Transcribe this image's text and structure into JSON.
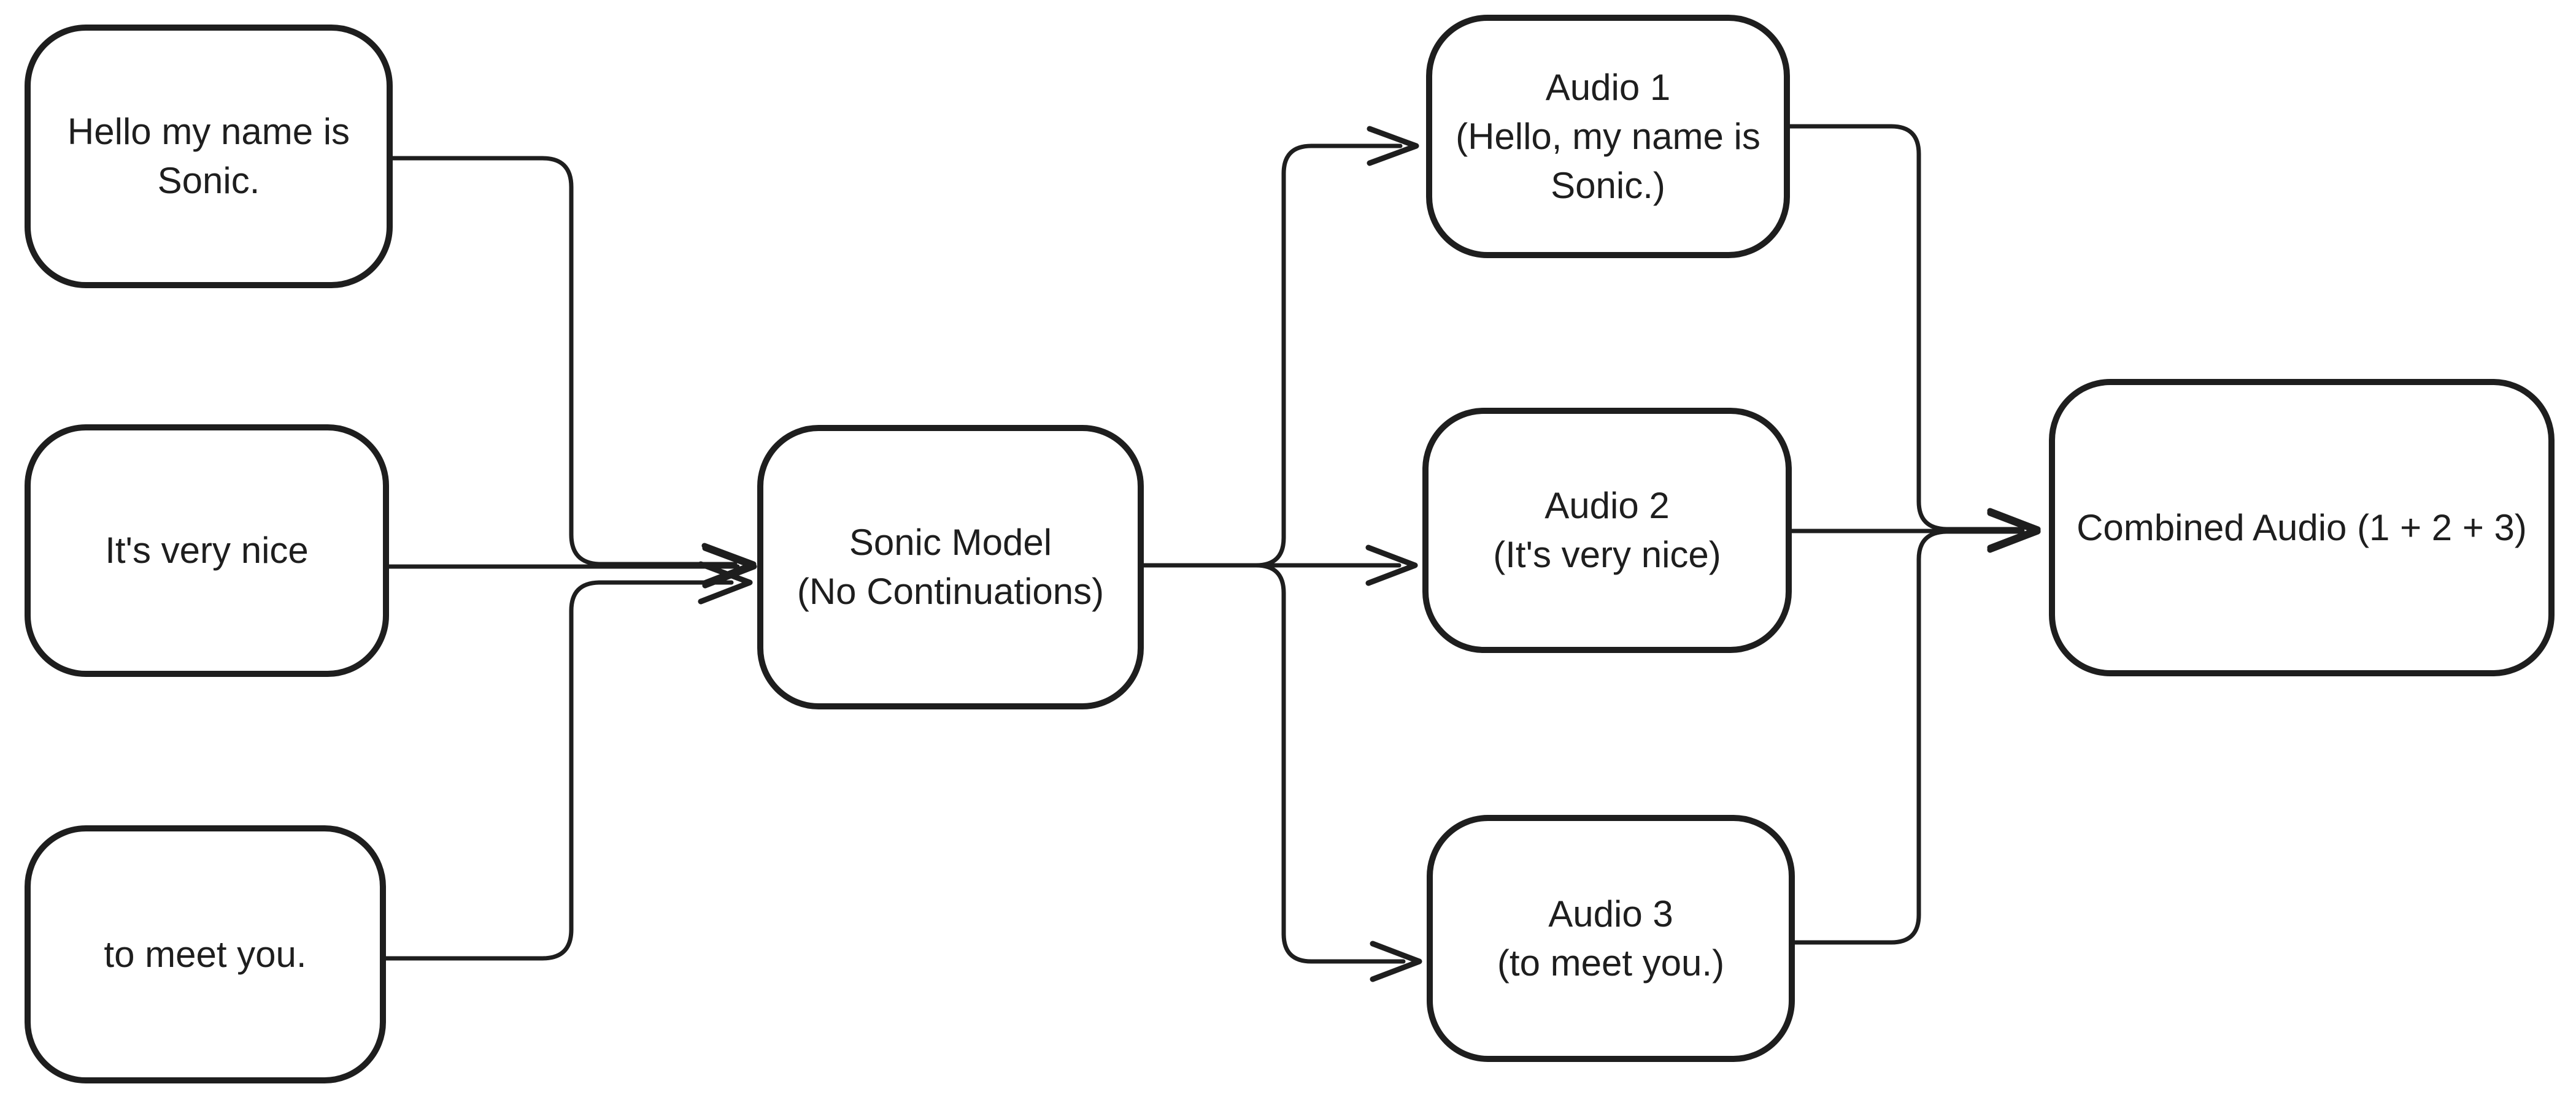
{
  "diagram": {
    "background_color": "#ffffff",
    "ink_color": "#1e1e1e",
    "nodes": [
      {
        "id": "input-1",
        "lines": [
          "Hello my name is",
          "Sonic."
        ]
      },
      {
        "id": "input-2",
        "lines": [
          "It's very nice"
        ]
      },
      {
        "id": "input-3",
        "lines": [
          "to meet you."
        ]
      },
      {
        "id": "model",
        "lines": [
          "Sonic Model",
          "(No Continuations)"
        ]
      },
      {
        "id": "audio-1",
        "lines": [
          "Audio 1",
          "(Hello, my name is",
          "Sonic.)"
        ]
      },
      {
        "id": "audio-2",
        "lines": [
          "Audio 2",
          "(It's very nice)"
        ]
      },
      {
        "id": "audio-3",
        "lines": [
          "Audio 3",
          "(to meet you.)"
        ]
      },
      {
        "id": "combined",
        "lines": [
          "Combined Audio (1 + 2 + 3)"
        ]
      }
    ],
    "edges": [
      {
        "from": "input-1",
        "to": "model"
      },
      {
        "from": "input-2",
        "to": "model"
      },
      {
        "from": "input-3",
        "to": "model"
      },
      {
        "from": "model",
        "to": "audio-1"
      },
      {
        "from": "model",
        "to": "audio-2"
      },
      {
        "from": "model",
        "to": "audio-3"
      },
      {
        "from": "audio-1",
        "to": "combined"
      },
      {
        "from": "audio-2",
        "to": "combined"
      },
      {
        "from": "audio-3",
        "to": "combined"
      }
    ]
  }
}
